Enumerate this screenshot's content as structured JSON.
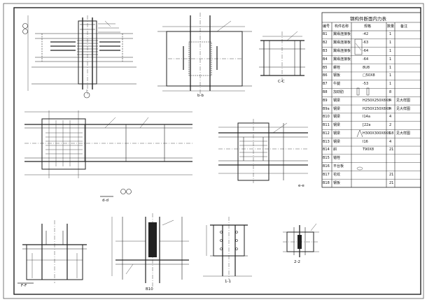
{
  "table": {
    "title": "钢构件断面内力表",
    "headers": {
      "no": "编号",
      "name": "构件名称",
      "spec": "规格",
      "qty": "数量",
      "note": "备注"
    },
    "rows": [
      {
        "no": "B1",
        "name": "翼缘连接板",
        "spec": "-42",
        "qty": "1",
        "note": ""
      },
      {
        "no": "B2",
        "name": "翼缘连接板",
        "spec": "-63",
        "qty": "1",
        "note": ""
      },
      {
        "no": "B3",
        "name": "翼缘连接板",
        "spec": "-64",
        "qty": "1",
        "note": ""
      },
      {
        "no": "B4",
        "name": "翼缘连接板",
        "spec": "-64",
        "qty": "1",
        "note": ""
      },
      {
        "no": "B5",
        "name": "螺栓",
        "spec": "8U8",
        "qty": "1",
        "note": ""
      },
      {
        "no": "B6",
        "name": "钢板",
        "spec": "□50X8",
        "qty": "1",
        "note": ""
      },
      {
        "no": "B7",
        "name": "牛腿",
        "spec": "-53",
        "qty": "1",
        "note": ""
      },
      {
        "no": "B8",
        "name": "加劲肋",
        "spec": "",
        "qty": "8",
        "note": ""
      },
      {
        "no": "B9",
        "name": "钢梁",
        "spec": "H250X250X8X8",
        "qty": "4",
        "note": "见大样图"
      },
      {
        "no": "B9a",
        "name": "钢梁",
        "spec": "H250X150X8X8",
        "qty": "4",
        "note": "见大样图"
      },
      {
        "no": "B10",
        "name": "钢梁",
        "spec": "I14a",
        "qty": "4",
        "note": ""
      },
      {
        "no": "B11",
        "name": "钢梁",
        "spec": "[22a",
        "qty": "2",
        "note": ""
      },
      {
        "no": "B12",
        "name": "钢梁",
        "spec": "H300X300X8X8",
        "qty": "18",
        "note": "见大样图"
      },
      {
        "no": "B13",
        "name": "钢梁",
        "spec": "I16",
        "qty": "4",
        "note": ""
      },
      {
        "no": "B14",
        "name": "斜",
        "spec": "T90X8",
        "qty": "21",
        "note": ""
      },
      {
        "no": "B15",
        "name": "锚栓",
        "spec": "",
        "qty": "",
        "note": ""
      },
      {
        "no": "B16",
        "name": "平台板",
        "spec": "",
        "qty": "",
        "note": ""
      },
      {
        "no": "B17",
        "name": "花纹",
        "spec": "",
        "qty": "21",
        "note": ""
      },
      {
        "no": "B18",
        "name": "钢板",
        "spec": "",
        "qty": "21",
        "note": ""
      }
    ]
  },
  "section_labels": {
    "bb": "b-b",
    "cc": "C-C",
    "dd": "d-d",
    "ee": "e-e",
    "ff": "F-F",
    "b10": "B10",
    "s11": "1-1",
    "s22": "2-2"
  }
}
